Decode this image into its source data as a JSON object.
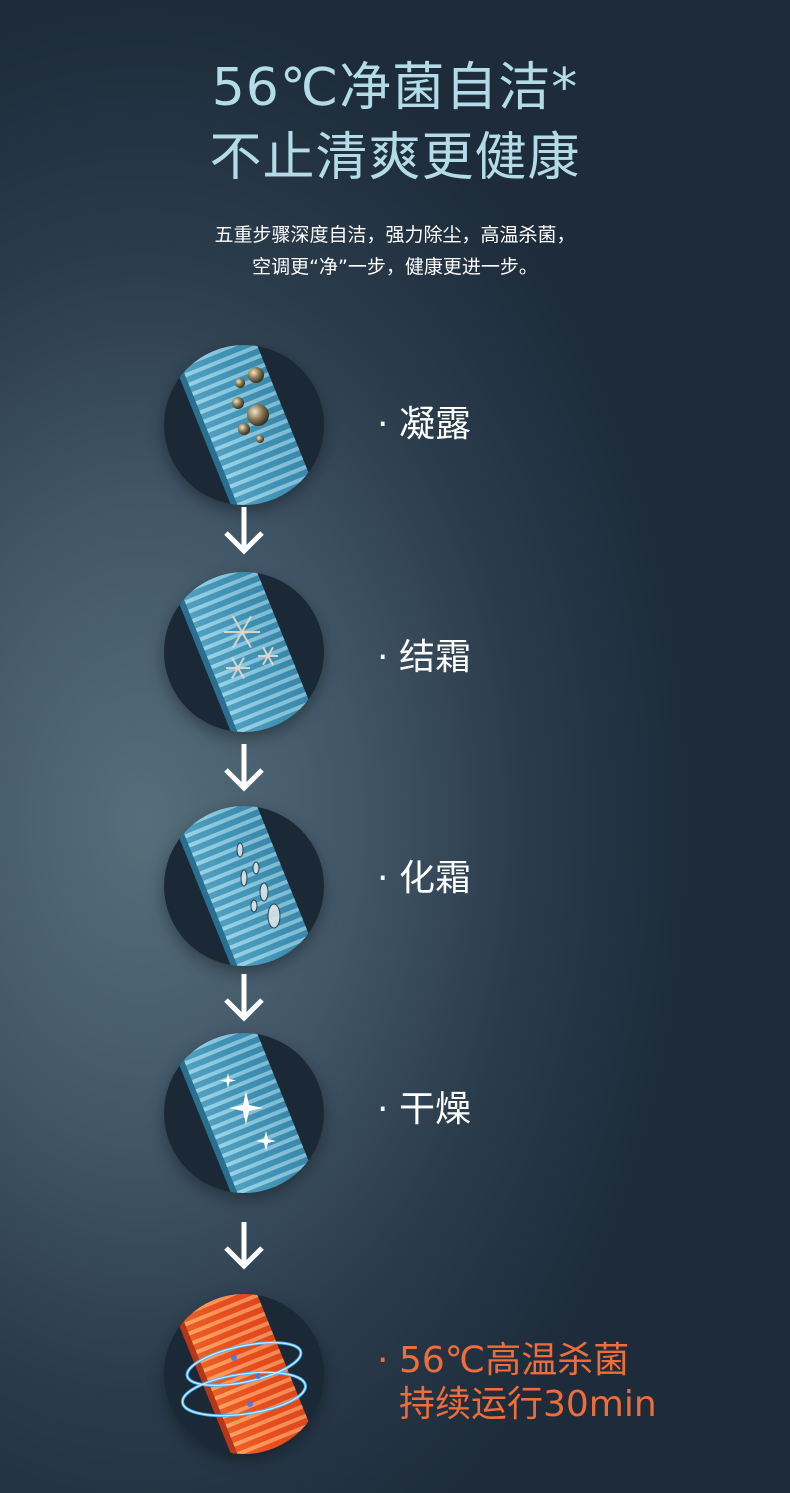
{
  "title": {
    "line1": "56℃净菌自洁*",
    "line2": "不止清爽更健康"
  },
  "subtitle": {
    "line1": "五重步骤深度自洁，强力除尘，高温杀菌，",
    "line2": "空调更“净”一步，健康更进一步。"
  },
  "steps": [
    {
      "bullet": "·",
      "label": "凝露",
      "icon": "condensation-droplets-icon"
    },
    {
      "bullet": "·",
      "label": "结霜",
      "icon": "snowflake-frost-icon"
    },
    {
      "bullet": "·",
      "label": "化霜",
      "icon": "melting-frost-icon"
    },
    {
      "bullet": "·",
      "label": "干燥",
      "icon": "drying-sparkle-icon"
    },
    {
      "bullet": "·",
      "label": "56℃高温杀菌",
      "label_line2": "持续运行30min",
      "icon": "high-temp-sterilization-icon"
    }
  ],
  "colors": {
    "title": "#b3dce8",
    "text": "#ffffff",
    "accent": "#ee6d3a",
    "fin_blue": "#5fb0cc",
    "heat_orange": "#f25a22",
    "glow_blue": "#3aa0ff"
  }
}
